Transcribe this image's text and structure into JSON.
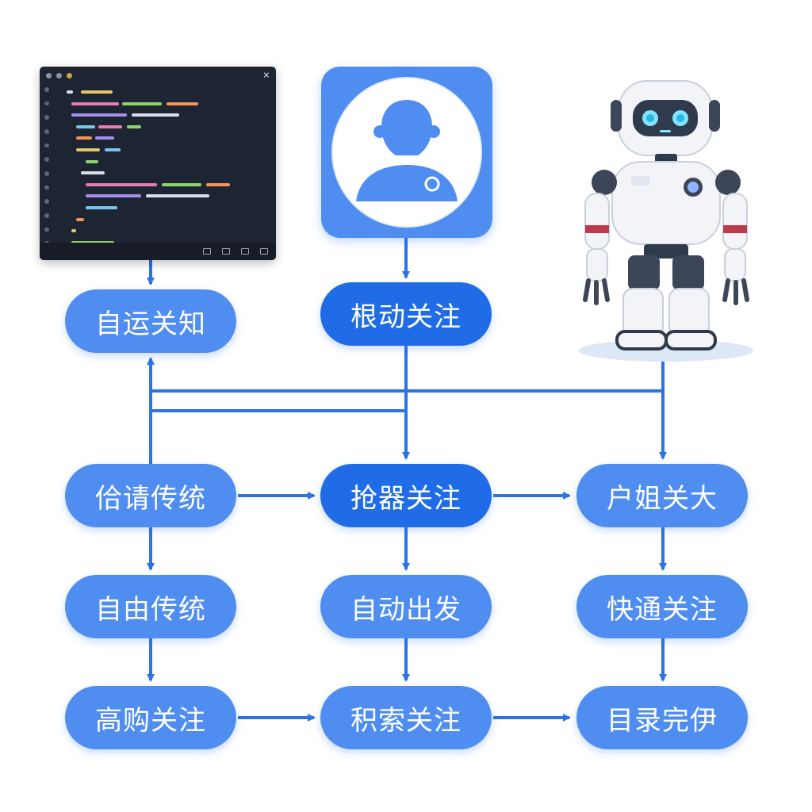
{
  "nodes": {
    "zi_yun_guan_zhi": "自运关知",
    "gen_dong_guan_zhu": "根动关注",
    "qia_qing_chuan_tong": "佮请传统",
    "qiang_qi_guan_zhu": "抢器关注",
    "hu_jie_guan_da": "户姐关大",
    "zi_you_chuan_tong": "自由传统",
    "zi_dong_chu_fa": "自动出发",
    "kuai_tong_guan_zhu": "快通关注",
    "gao_gou_guan_zhu": "高购关注",
    "ji_suo_guan_zhu": "积索关注",
    "mu_lu_wan_hu": "目录完伊"
  },
  "icons": {
    "code_window": "code-editor-icon",
    "profile": "user-avatar-icon",
    "robot": "robot-illustration"
  },
  "colors": {
    "node_light": "#4f8ef0",
    "node_dark": "#1f6ce6",
    "connector": "#2a74e8",
    "node_text": "#ffffff"
  }
}
